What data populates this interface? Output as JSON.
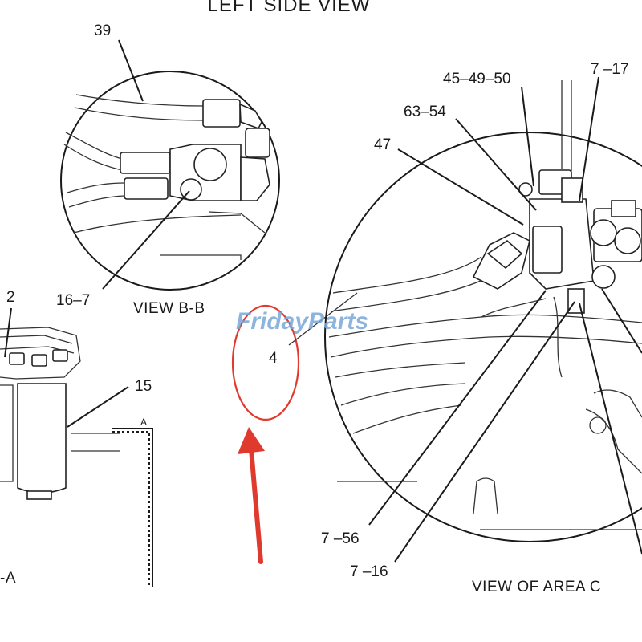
{
  "title": "LEFT SIDE VIEW",
  "views": {
    "view_bb": "VIEW B-B",
    "view_area_c": "VIEW OF AREA C",
    "view_a_partial": "-A",
    "section_marker": "A"
  },
  "callouts": {
    "c39": "39",
    "c16_7": "16–7",
    "c2": "2",
    "c15": "15",
    "c4": "4",
    "c45_49_50": "45–49–50",
    "c7_17": "7 –17",
    "c63_54": "63–54",
    "c47": "47",
    "c7_56": "7 –56",
    "c7_16": "7 –16"
  },
  "watermark": {
    "text_a": "Friday",
    "text_b": "Parts",
    "color_a": "#7aa7d8",
    "color_b": "#f0a830"
  },
  "highlight": {
    "color": "#e03a2f"
  }
}
